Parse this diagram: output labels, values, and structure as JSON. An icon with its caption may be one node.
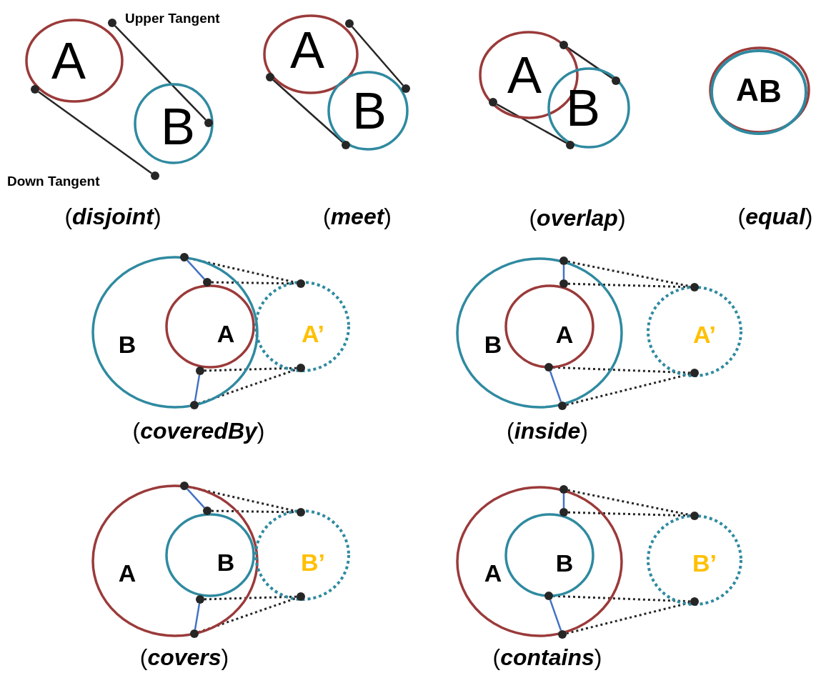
{
  "diagram": {
    "nodes": [
      {
        "text": [
          "A"
        ]
      },
      {
        "text": [
          "B"
        ]
      },
      {
        "text": [],
        "shape": "circle"
      },
      {
        "text": [],
        "shape": "circle",
        "in": 1
      },
      {
        "text": [],
        "shape": "circle"
      },
      {
        "text": [],
        "shape": "circle"
      },
      {
        "text": [
          "A"
        ]
      },
      {
        "text": [
          "B"
        ]
      },
      {
        "text": [],
        "shape": "circle"
      },
      {
        "text": [],
        "shape": "circle"
      },
      {
        "text": [],
        "shape": "circle"
      },
      {
        "text": [],
        "shape": "circle"
      },
      {
        "text": [
          "A"
        ]
      },
      {
        "text": [
          "B"
        ]
      },
      {
        "text": [],
        "shape": "circle"
      },
      {
        "text": [],
        "shape": "circle",
        "in": 13
      },
      {
        "text": [],
        "shape": "circle",
        "in": 12
      },
      {
        "text": [],
        "shape": "circle"
      },
      {
        "text": [
          "A",
          "B"
        ]
      },
      {
        "text": [
          "B"
        ]
      },
      {
        "text": [
          "A"
        ],
        "in": 19
      },
      {
        "text": [
          "A’"
        ]
      },
      {
        "text": [],
        "shape": "circle"
      },
      {
        "text": [],
        "shape": "circle",
        "in": 19
      },
      {
        "text": [],
        "shape": "circle"
      },
      {
        "text": [],
        "shape": "circle",
        "in": 19
      },
      {
        "text": [],
        "shape": "circle"
      },
      {
        "text": [],
        "shape": "circle",
        "in": 21
      },
      {
        "text": [
          "B"
        ]
      },
      {
        "text": [
          "A"
        ],
        "in": 28
      },
      {
        "text": [
          "A’"
        ]
      },
      {
        "text": [],
        "shape": "circle"
      },
      {
        "text": [],
        "shape": "circle",
        "in": 28
      },
      {
        "text": [],
        "shape": "circle"
      },
      {
        "text": [],
        "shape": "circle",
        "in": 28
      },
      {
        "text": [],
        "shape": "circle"
      },
      {
        "text": [],
        "shape": "circle",
        "in": 30
      },
      {
        "text": [
          "A"
        ]
      },
      {
        "text": [
          "B"
        ],
        "in": 37
      },
      {
        "text": [
          "B’"
        ]
      },
      {
        "text": [],
        "shape": "circle"
      },
      {
        "text": [],
        "shape": "circle",
        "in": 37
      },
      {
        "text": [],
        "shape": "circle"
      },
      {
        "text": [],
        "shape": "circle",
        "in": 37
      },
      {
        "text": [],
        "shape": "circle"
      },
      {
        "text": [],
        "shape": "circle",
        "in": 39
      },
      {
        "text": [
          "A"
        ]
      },
      {
        "text": [
          "B"
        ],
        "in": 46
      },
      {
        "text": [
          "B’"
        ]
      },
      {
        "text": [],
        "shape": "circle"
      },
      {
        "text": [],
        "shape": "circle",
        "in": 46
      },
      {
        "text": [],
        "shape": "circle"
      },
      {
        "text": [],
        "shape": "circle",
        "in": 46
      },
      {
        "text": [],
        "shape": "circle"
      },
      {
        "text": [],
        "shape": "circle",
        "in": 48
      }
    ],
    "edges": [
      {
        "from": 2,
        "to": 3,
        "arrow": "none"
      },
      {
        "from": 4,
        "to": 5,
        "arrow": "none"
      },
      {
        "from": 8,
        "to": 9,
        "arrow": "none"
      },
      {
        "from": 10,
        "to": 11,
        "arrow": "none"
      },
      {
        "from": 14,
        "to": 15,
        "arrow": "none"
      },
      {
        "from": 16,
        "to": 17,
        "arrow": "none"
      },
      {
        "from": 22,
        "to": 23,
        "arrow": "none",
        "color": "#4472c4"
      },
      {
        "from": 25,
        "to": 26,
        "arrow": "none",
        "color": "#4472c4"
      },
      {
        "from": 22,
        "to": 24,
        "arrow": "none",
        "style": "dashed"
      },
      {
        "from": 23,
        "to": 24,
        "arrow": "none",
        "style": "dashed"
      },
      {
        "from": 25,
        "to": 27,
        "arrow": "none",
        "style": "dashed"
      },
      {
        "from": 26,
        "to": 27,
        "arrow": "none",
        "style": "dashed"
      },
      {
        "from": 31,
        "to": 32,
        "arrow": "none",
        "color": "#4472c4"
      },
      {
        "from": 34,
        "to": 35,
        "arrow": "none",
        "color": "#4472c4"
      },
      {
        "from": 31,
        "to": 33,
        "arrow": "none",
        "style": "dashed"
      },
      {
        "from": 32,
        "to": 33,
        "arrow": "none",
        "style": "dashed"
      },
      {
        "from": 34,
        "to": 36,
        "arrow": "none",
        "style": "dashed"
      },
      {
        "from": 35,
        "to": 36,
        "arrow": "none",
        "style": "dashed"
      },
      {
        "from": 40,
        "to": 41,
        "arrow": "none",
        "color": "#4472c4"
      },
      {
        "from": 43,
        "to": 44,
        "arrow": "none",
        "color": "#4472c4"
      },
      {
        "from": 40,
        "to": 42,
        "arrow": "none",
        "style": "dashed"
      },
      {
        "from": 41,
        "to": 42,
        "arrow": "none",
        "style": "dashed"
      },
      {
        "from": 43,
        "to": 45,
        "arrow": "none",
        "style": "dashed"
      },
      {
        "from": 44,
        "to": 45,
        "arrow": "none",
        "style": "dashed"
      },
      {
        "from": 49,
        "to": 50,
        "arrow": "none",
        "color": "#4472c4"
      },
      {
        "from": 52,
        "to": 53,
        "arrow": "none",
        "color": "#4472c4"
      },
      {
        "from": 49,
        "to": 51,
        "arrow": "none",
        "style": "dashed"
      },
      {
        "from": 50,
        "to": 51,
        "arrow": "none",
        "style": "dashed"
      },
      {
        "from": 52,
        "to": 54,
        "arrow": "none",
        "style": "dashed"
      },
      {
        "from": 53,
        "to": 54,
        "arrow": "none",
        "style": "dashed"
      }
    ],
    "labels": [
      "Upper Tangent",
      "Down Tangent",
      "(**disjoint**)",
      "(**meet**)",
      "(**overlap**)",
      "(**equal**)",
      "(**coveredBy**)",
      "(**inside**)",
      "(**covers**)",
      "(**contains**)"
    ]
  }
}
